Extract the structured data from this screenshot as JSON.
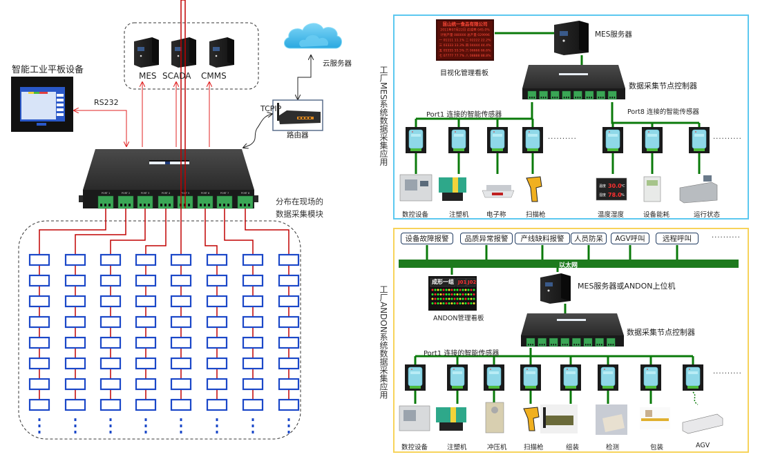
{
  "left_diagram": {
    "tablet_label": "智能工业平板设备",
    "servers": [
      {
        "label": "MES"
      },
      {
        "label": "SCADA"
      },
      {
        "label": "CMMS"
      }
    ],
    "rs232_label": "RS232",
    "tcpip_label": "TCPIP",
    "cloud_label": "云服务器",
    "router_label": "路由器",
    "controller_ports": [
      "PORT 1",
      "PORT 2",
      "PORT 3",
      "PORT 4",
      "PORT 5",
      "PORT 6",
      "PORT 7",
      "PORT 8"
    ],
    "field_modules_label_line1": "分布在现场的",
    "field_modules_label_line2": "数据采集模块",
    "module_columns": 8,
    "module_rows": 8,
    "continuation": "⋮"
  },
  "mes_panel": {
    "title_vertical": "工厂MES系统数据采集应用",
    "border_color": "#5bc8f0",
    "board_label": "目视化管理看板",
    "board_lines": [
      "昆山统一食品有限公司",
      "2011年07月22日  达成率 045.0%",
      "计划产量 080000 总产量 029996",
      "一 01111 11.1%  二 02222 22.2%",
      "三 03333 33.3%  四 04444 44.4%",
      "五 05555 55.5%  六 06666 66.6%",
      "七 07777 77.7%  八 08888 88.8%"
    ],
    "server_label": "MES服务器",
    "controller_label": "数据采集节点控制器",
    "port1_label": "Port1 连接的智能传感器",
    "port8_label": "Port8 连接的智能传感器",
    "port1_devices": [
      "数控设备",
      "注塑机",
      "电子称",
      "扫描枪"
    ],
    "port8_devices": [
      "温度湿度",
      "设备能耗",
      "运行状态"
    ],
    "th_display": {
      "temp_label": "温度",
      "temp_value": "30.0",
      "temp_unit": "℃",
      "hum_label": "湿度",
      "hum_value": "78.0",
      "hum_unit": "%"
    },
    "ellipsis": "··········"
  },
  "andon_panel": {
    "title_vertical": "工厂ANDON系统数据采集应用",
    "border_color": "#f7d35a",
    "alarms": [
      "设备故障报警",
      "品质异常报警",
      "产线缺料报警",
      "人员防呆",
      "AGV呼叫",
      "远程呼叫"
    ],
    "ellipsis": "··········",
    "bus_label": "以太网",
    "board_label": "ANDON管理看板",
    "board_title": "成形一组",
    "board_codes": [
      "J01",
      "J02"
    ],
    "server_label": "MES服务器或ANDON上位机",
    "controller_label": "数据采集节点控制器",
    "port1_label": "Port1 连接的智能传感器",
    "devices": [
      "数控设备",
      "注塑机",
      "冲压机",
      "扫描枪",
      "组装",
      "检测",
      "包装",
      "AGV"
    ]
  },
  "colors": {
    "red_line": "#e02020",
    "dark_red_line": "#c00000",
    "module_blue": "#1a47c8",
    "green_line": "#0a7a0a",
    "bus_green": "#1d7a1d"
  }
}
